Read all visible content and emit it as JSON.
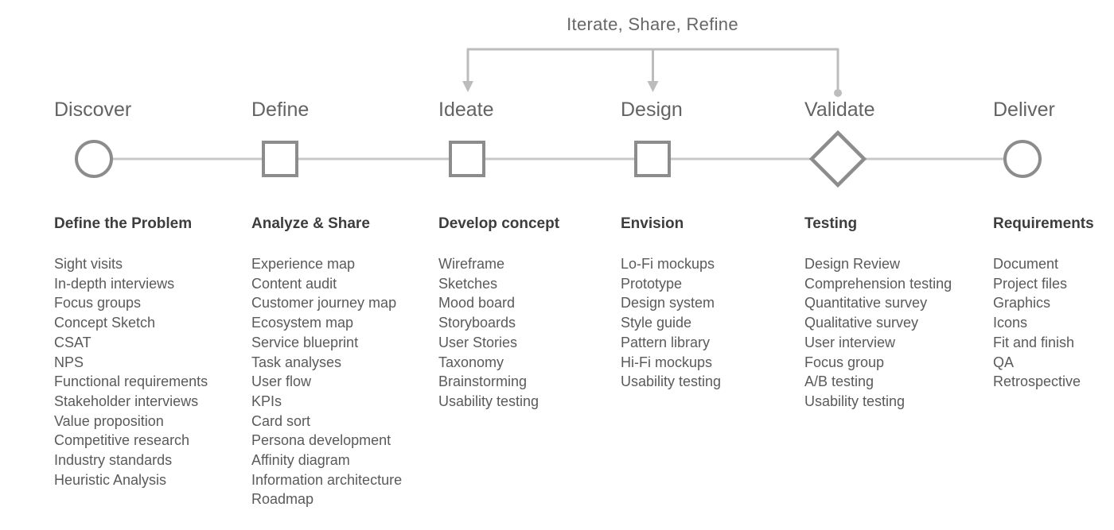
{
  "diagram": {
    "loop_label": "Iterate, Share, Refine",
    "phases": [
      {
        "label": "Discover",
        "marker": "circle",
        "heading": "Define the Problem",
        "items": [
          "Sight visits",
          "In-depth interviews",
          "Focus groups",
          "Concept Sketch",
          "CSAT",
          "NPS",
          "Functional requirements",
          "Stakeholder interviews",
          "Value proposition",
          "Competitive research",
          "Industry standards",
          "Heuristic Analysis"
        ]
      },
      {
        "label": "Define",
        "marker": "square",
        "heading": "Analyze & Share",
        "items": [
          "Experience map",
          "Content audit",
          "Customer journey map",
          "Ecosystem map",
          "Service blueprint",
          "Task analyses",
          "User flow",
          "KPIs",
          "Card sort",
          "Persona development",
          "Affinity diagram",
          "Information architecture",
          "Roadmap"
        ]
      },
      {
        "label": "Ideate",
        "marker": "square",
        "heading": "Develop concept",
        "items": [
          "Wireframe",
          "Sketches",
          "Mood board",
          "Storyboards",
          "User Stories",
          "Taxonomy",
          "Brainstorming",
          "Usability testing"
        ]
      },
      {
        "label": "Design",
        "marker": "square",
        "heading": "Envision",
        "items": [
          "Lo-Fi mockups",
          "Prototype",
          "Design system",
          "Style guide",
          "Pattern library",
          "Hi-Fi mockups",
          "Usability testing"
        ]
      },
      {
        "label": "Validate",
        "marker": "diamond",
        "heading": "Testing",
        "items": [
          "Design Review",
          "Comprehension testing",
          "Quantitative survey",
          "Qualitative survey",
          "User interview",
          "Focus group",
          "A/B testing",
          "Usability testing"
        ]
      },
      {
        "label": "Deliver",
        "marker": "circle",
        "heading": "Requirements",
        "items": [
          "Document",
          "Project files",
          "Graphics",
          "Icons",
          "Fit and finish",
          "QA",
          "Retrospective"
        ]
      }
    ],
    "colors": {
      "marker_stroke": "#8c8c8c",
      "timeline_line": "#c8c8c8",
      "bracket": "#bcbcbc",
      "loop_label_text": "#666666",
      "heading_text": "#3d3d3d",
      "item_text": "#5a5a5a"
    }
  }
}
